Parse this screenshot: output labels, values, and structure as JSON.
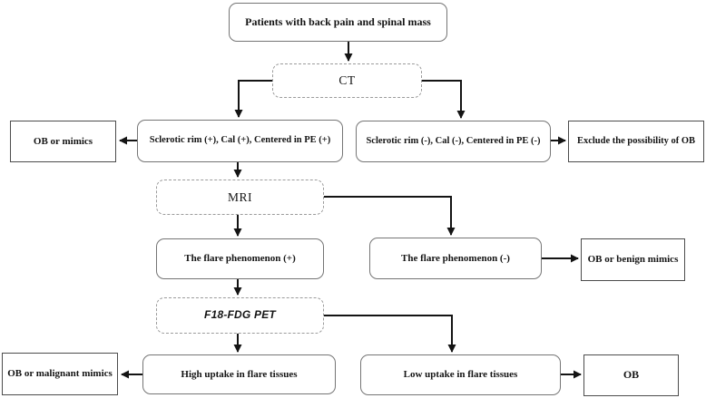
{
  "diagram": {
    "description": "Diagnostic flowchart for osteoblastoma (OB) in patients with back pain and spinal mass",
    "nodes": {
      "patients": {
        "label": "Patients with back pain and spinal mass"
      },
      "ct": {
        "label": "CT"
      },
      "ob_mimics": {
        "label": "OB or mimics"
      },
      "sclerotic_pos": {
        "label": "Sclerotic rim (+), Cal (+), Centered in PE (+)"
      },
      "sclerotic_neg": {
        "label": "Sclerotic rim (-), Cal (-), Centered in PE (-)"
      },
      "exclude_ob": {
        "label": "Exclude the possibility of OB"
      },
      "mri": {
        "label": "MRI"
      },
      "flare_pos": {
        "label": "The flare phenomenon (+)"
      },
      "flare_neg": {
        "label": "The flare phenomenon (-)"
      },
      "ob_benign": {
        "label": "OB or benign mimics"
      },
      "pet": {
        "label": "F18-FDG PET"
      },
      "high_uptake": {
        "label": "High uptake in flare tissues"
      },
      "ob_malignant": {
        "label": "OB or malignant mimics"
      },
      "low_uptake": {
        "label": "Low uptake in flare tissues"
      },
      "ob": {
        "label": "OB"
      }
    },
    "edges": [
      "patients -> ct",
      "ct -> sclerotic_pos",
      "ct -> sclerotic_neg",
      "sclerotic_pos -> ob_mimics",
      "sclerotic_neg -> exclude_ob",
      "sclerotic_pos -> mri",
      "mri -> flare_pos",
      "mri -> flare_neg",
      "flare_neg -> ob_benign",
      "flare_pos -> pet",
      "pet -> high_uptake",
      "pet -> low_uptake",
      "high_uptake -> ob_malignant",
      "low_uptake -> ob"
    ]
  },
  "colors": {
    "background": "#ffffff",
    "line": "#141414",
    "text": "#141414",
    "box_border": "#757575",
    "dashed_border": "#9b9b9b",
    "rect_border": "#4c4c4c"
  }
}
